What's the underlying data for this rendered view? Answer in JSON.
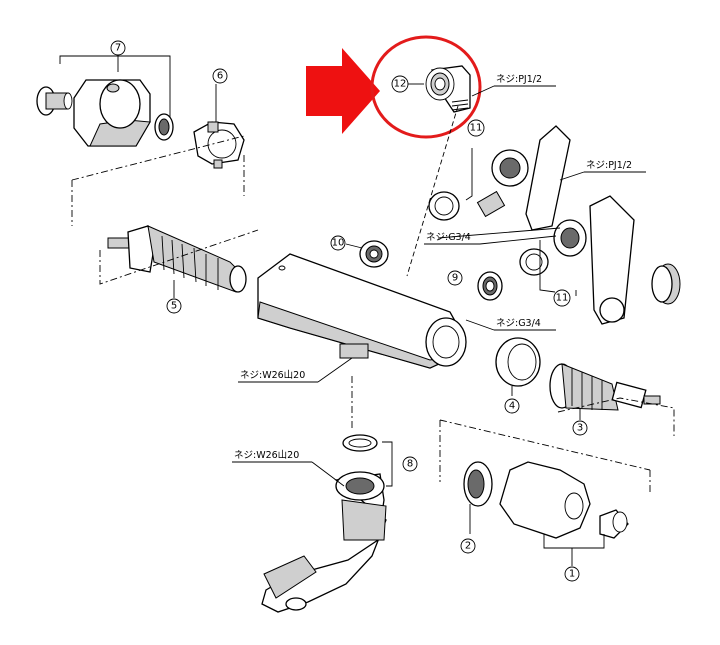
{
  "callouts": [
    "1",
    "2",
    "3",
    "4",
    "5",
    "6",
    "7",
    "8",
    "9",
    "10",
    "11",
    "11",
    "12"
  ],
  "thread_labels": {
    "pj_top": "ネジ:PJ1/2",
    "pj_right": "ネジ:PJ1/2",
    "g34_upper": "ネジ:G3/4",
    "g34_lower": "ネジ:G3/4",
    "w26_body": "ネジ:W26山20",
    "w26_spout": "ネジ:W26山20"
  },
  "colors": {
    "highlight_arrow": "#ee1111",
    "highlight_circle": "#e31b1b",
    "line": "#000000"
  },
  "highlight": {
    "target_callout": "12"
  }
}
